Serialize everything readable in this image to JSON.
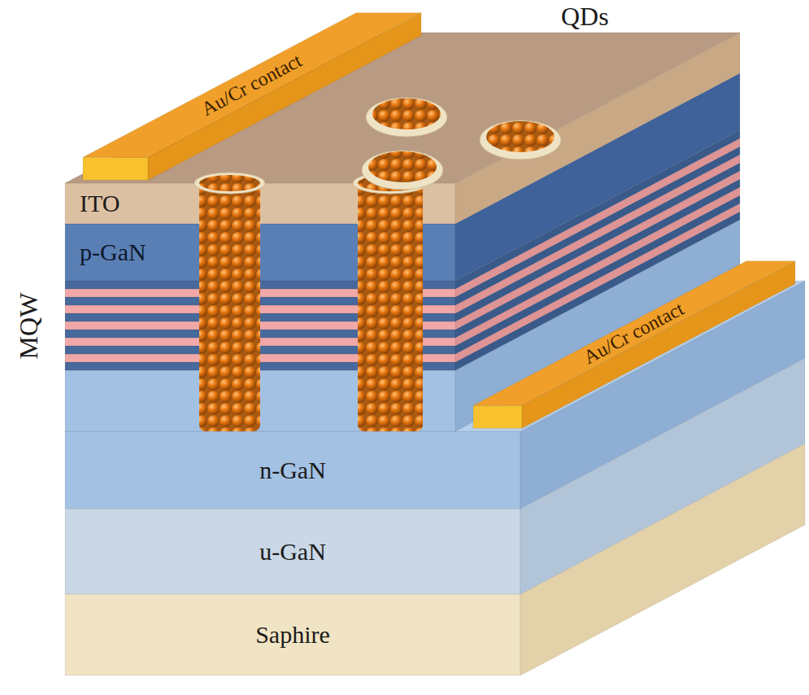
{
  "diagram": {
    "nodes": [
      {
        "text": [
          "Au/Cr contact"
        ]
      },
      {
        "text": [
          "ITO"
        ]
      },
      {
        "text": [
          "p-GaN"
        ]
      },
      {
        "text": [
          "Au/Cr contact"
        ]
      },
      {
        "text": [
          "n-GaN"
        ]
      },
      {
        "text": [
          "u-GaN"
        ]
      },
      {
        "text": [
          "Saphire"
        ]
      }
    ],
    "edges": [],
    "labels": [
      "QDs",
      "MQW"
    ]
  }
}
